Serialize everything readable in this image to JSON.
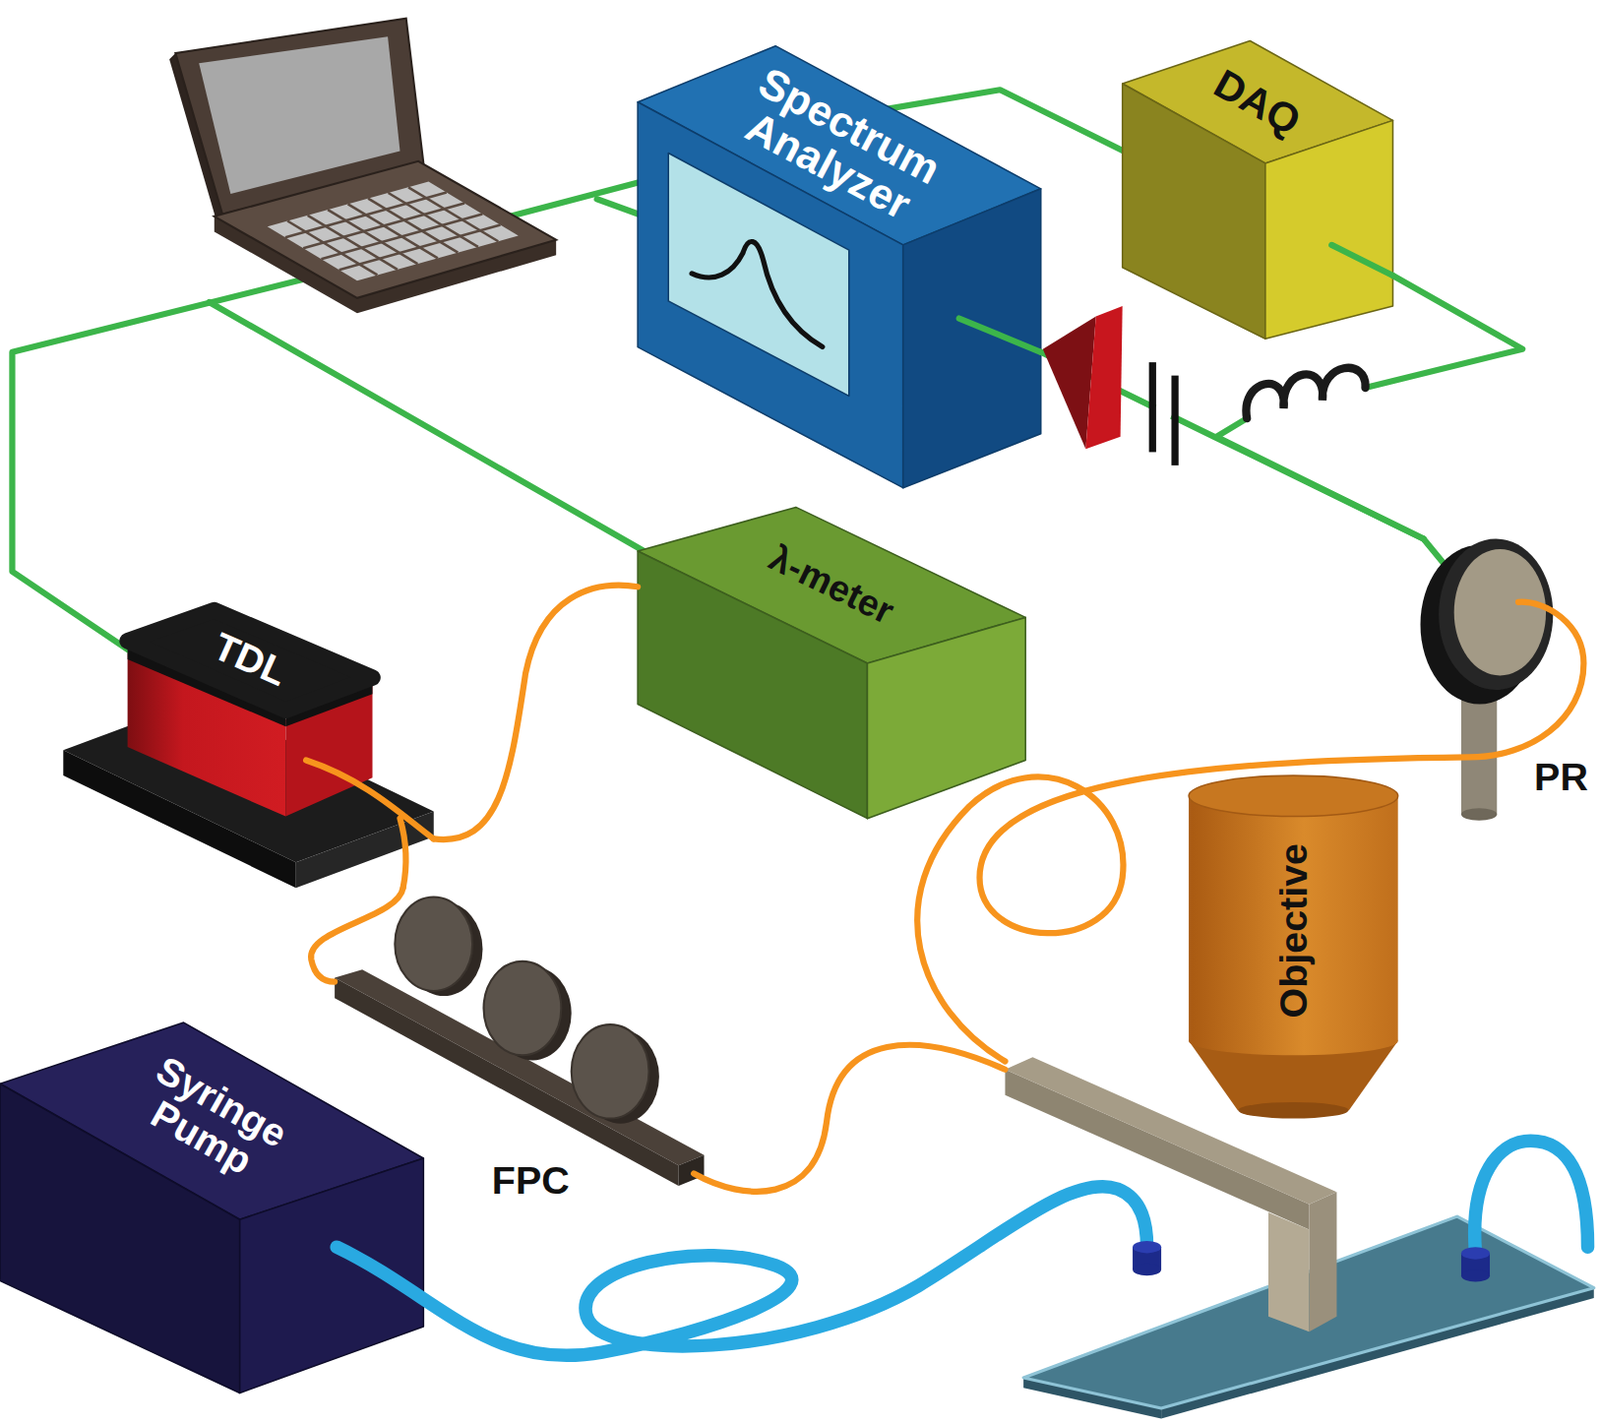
{
  "diagram": {
    "nodes": [
      {
        "text": [
          "Spectrum Analyzer"
        ]
      },
      {
        "text": [
          "DAQ"
        ]
      },
      {
        "text": [
          "λ-meter"
        ]
      },
      {
        "text": [
          "TDL"
        ]
      },
      {
        "text": [
          "PR"
        ]
      },
      {
        "text": [
          "Objective"
        ]
      },
      {
        "text": [
          "FPC"
        ]
      },
      {
        "text": [
          "Syringe Pump"
        ]
      }
    ],
    "edges": [
      {
        "from": 0,
        "to": 4,
        "arrow": "none"
      },
      {
        "from": 1,
        "to": 4,
        "arrow": "none"
      },
      {
        "from": 3,
        "to": 2,
        "arrow": "none"
      },
      {
        "from": 3,
        "to": 6,
        "arrow": "none"
      }
    ]
  }
}
